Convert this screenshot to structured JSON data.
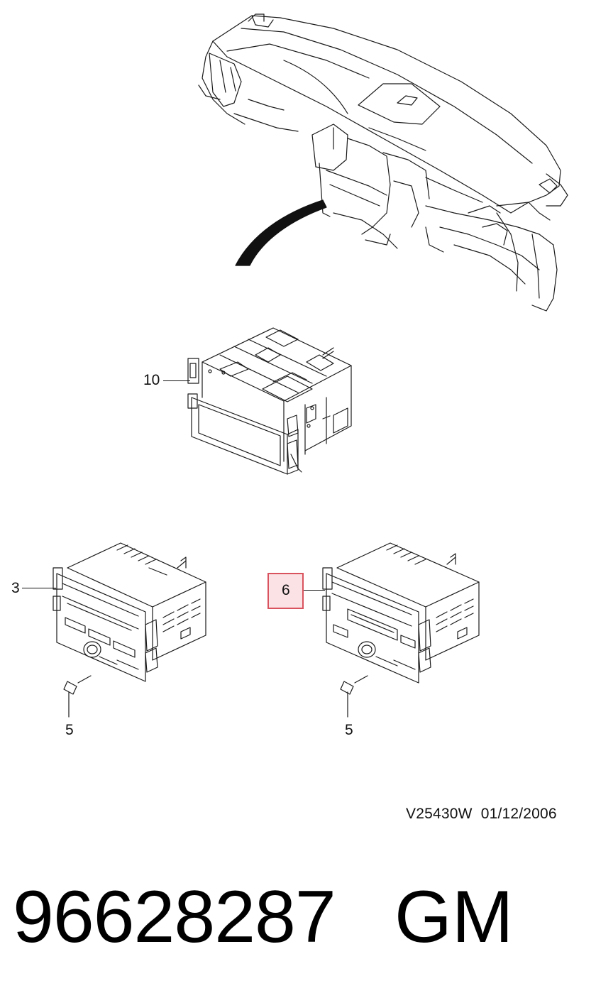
{
  "callouts": {
    "c10": "10",
    "c3": "3",
    "c6": "6",
    "c5_left": "5",
    "c5_right": "5"
  },
  "footer": {
    "drawing_code": "V25430W",
    "date": "01/12/2006"
  },
  "part": {
    "number": "96628287",
    "brand": "GM"
  },
  "colors": {
    "line": "#1a1a1a",
    "highlight_border": "#d9535f",
    "highlight_fill": "#f3c3c8"
  }
}
